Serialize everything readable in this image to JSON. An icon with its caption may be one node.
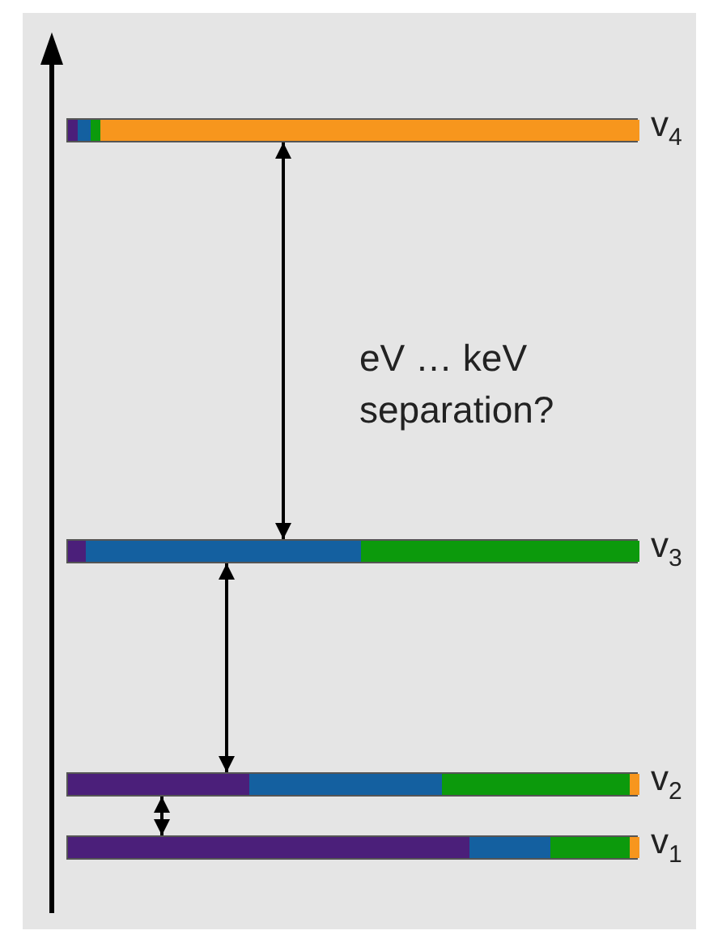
{
  "diagram": {
    "nodes": [
      {
        "text": [],
        "shape": "bar",
        "beside": [
          "v$_{4}$"
        ]
      },
      {
        "text": [],
        "shape": "bar",
        "beside": [
          "v$_{3}$"
        ]
      },
      {
        "text": [],
        "shape": "bar",
        "beside": [
          "v$_{2}$"
        ]
      },
      {
        "text": [],
        "shape": "bar",
        "beside": [
          "v$_{1}$"
        ]
      }
    ],
    "edges": [
      {
        "from": 0,
        "to": 1,
        "arrow": "both"
      },
      {
        "from": 1,
        "to": 2,
        "arrow": "both"
      },
      {
        "from": 2,
        "to": 3,
        "arrow": "both"
      }
    ],
    "labels": [
      "eV … keV separation?"
    ]
  }
}
